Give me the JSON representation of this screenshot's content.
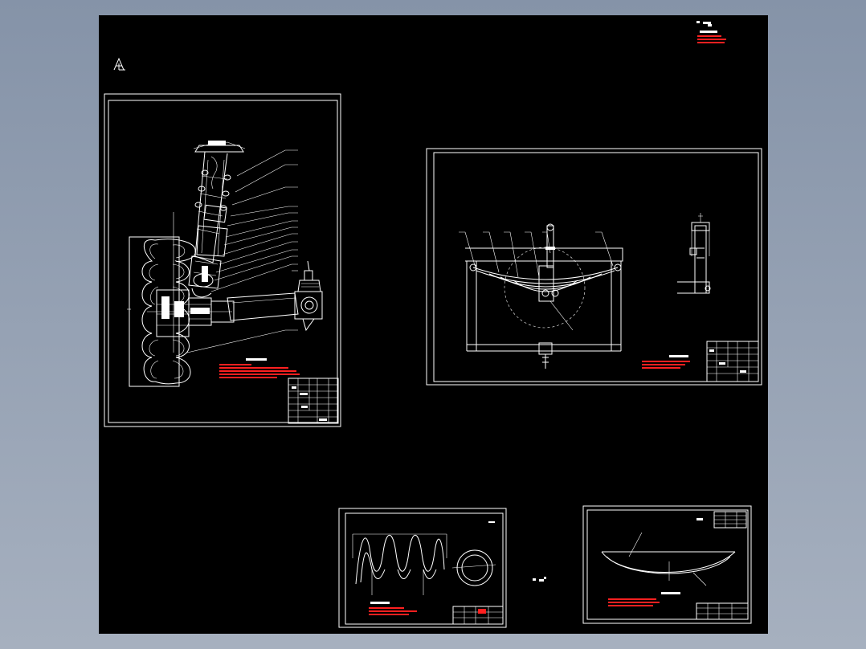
{
  "colors": {
    "background": "#8795aa",
    "canvas": "#000000",
    "lines": "#ffffff",
    "annotations": "#ff2020"
  },
  "icons": {
    "ucs": "ucs-axis-icon"
  },
  "sheets": [
    {
      "id": "assembly",
      "kind": "suspension-strut-assembly-drawing"
    },
    {
      "id": "leaf-spring",
      "kind": "leaf-spring-suspension-drawing"
    },
    {
      "id": "coil-spring",
      "kind": "coil-spring-part-drawing"
    },
    {
      "id": "arc-part",
      "kind": "curved-plate-part-drawing"
    }
  ]
}
